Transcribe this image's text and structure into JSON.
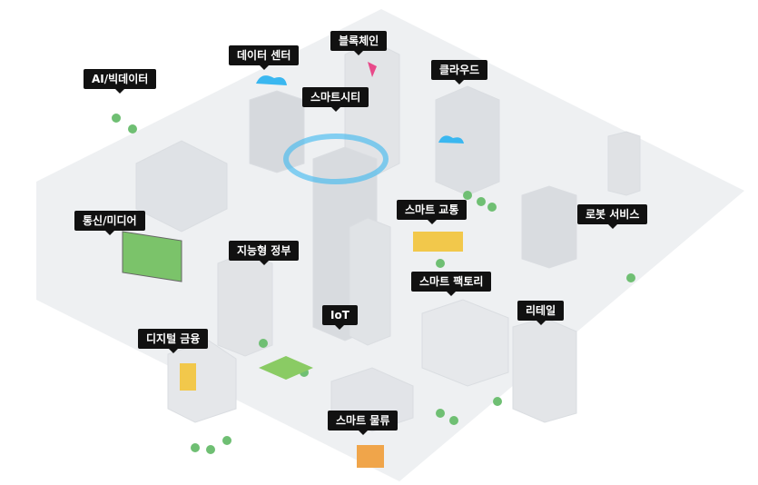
{
  "labels": [
    {
      "id": "ai-bigdata",
      "text": "AI/빅데이터"
    },
    {
      "id": "data-center",
      "text": "데이터 센터"
    },
    {
      "id": "blockchain",
      "text": "블록체인"
    },
    {
      "id": "cloud",
      "text": "클라우드"
    },
    {
      "id": "smart-city",
      "text": "스마트시티"
    },
    {
      "id": "telecom-media",
      "text": "통신/미디어"
    },
    {
      "id": "smart-government",
      "text": "지능형 정부"
    },
    {
      "id": "smart-traffic",
      "text": "스마트 교통"
    },
    {
      "id": "robot-service",
      "text": "로봇 서비스"
    },
    {
      "id": "smart-factory",
      "text": "스마트 팩토리"
    },
    {
      "id": "iot",
      "text": "IoT"
    },
    {
      "id": "retail",
      "text": "리테일"
    },
    {
      "id": "digital-finance",
      "text": "디지털 금융"
    },
    {
      "id": "smart-logistics",
      "text": "스마트 물류"
    }
  ],
  "colors": {
    "tag_bg": "#111111",
    "tag_text": "#ffffff",
    "building": "#e4e6e9",
    "accent_blue": "#3ab7f0",
    "accent_yellow": "#f2c84b",
    "accent_pink": "#e84a8a",
    "tree": "#6fbf73"
  }
}
